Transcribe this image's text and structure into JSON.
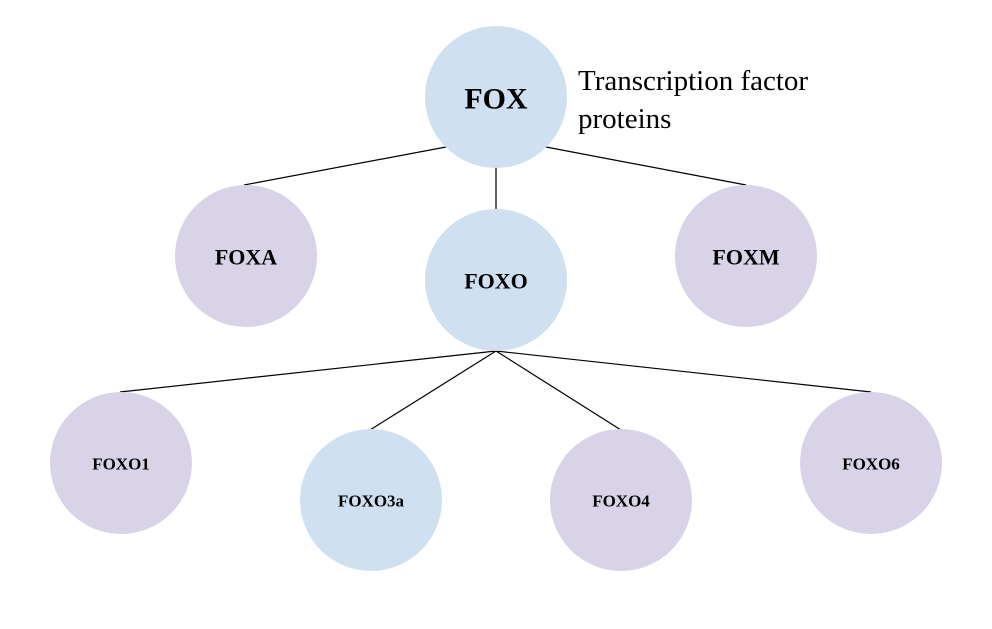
{
  "colors": {
    "blue_node": "#cfe1f1",
    "purple_node": "#d9d3e8",
    "line": "#000000"
  },
  "caption": {
    "line1": "Transcription factor",
    "line2": "proteins"
  },
  "nodes": {
    "fox": {
      "label": "FOX",
      "color": "blue"
    },
    "foxa": {
      "label": "FOXA",
      "color": "purple"
    },
    "foxo": {
      "label": "FOXO",
      "color": "blue"
    },
    "foxm": {
      "label": "FOXM",
      "color": "purple"
    },
    "foxo1": {
      "label": "FOXO1",
      "color": "purple"
    },
    "foxo3a": {
      "label": "FOXO3a",
      "color": "blue"
    },
    "foxo4": {
      "label": "FOXO4",
      "color": "purple"
    },
    "foxo6": {
      "label": "FOXO6",
      "color": "purple"
    }
  },
  "edges": [
    {
      "from": "fox",
      "to": "foxa"
    },
    {
      "from": "fox",
      "to": "foxo"
    },
    {
      "from": "fox",
      "to": "foxm"
    },
    {
      "from": "foxo",
      "to": "foxo1"
    },
    {
      "from": "foxo",
      "to": "foxo3a"
    },
    {
      "from": "foxo",
      "to": "foxo4"
    },
    {
      "from": "foxo",
      "to": "foxo6"
    }
  ]
}
